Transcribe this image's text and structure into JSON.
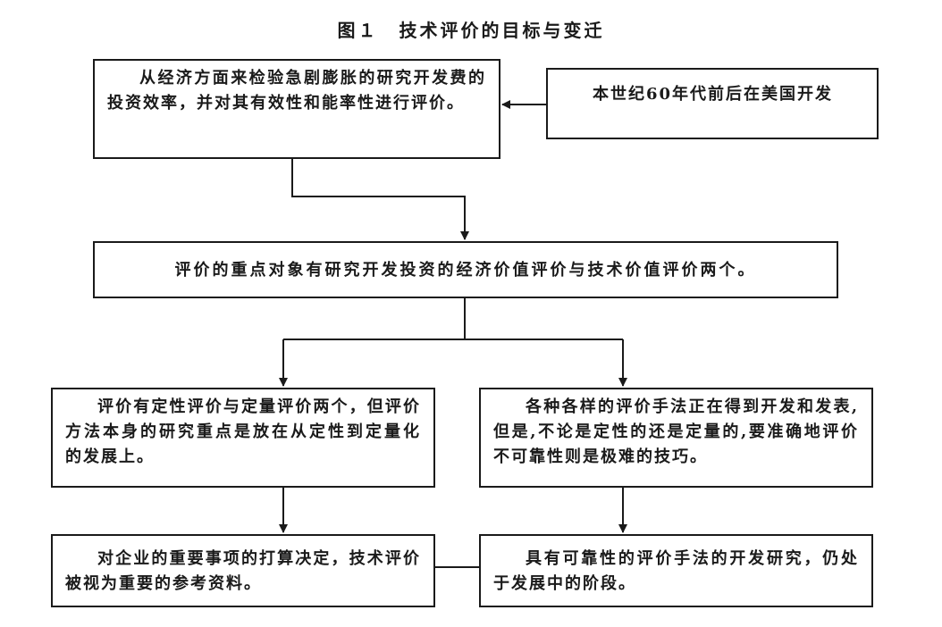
{
  "title": "图１　技术评价的目标与变迁",
  "boxes": {
    "economic_check": "从经济方面来检验急剧膨胀的研究开发费的投资效率，并对其有效性和能率性进行评价。",
    "origin": "本世纪60年代前后在美国开发",
    "focus": "评价的重点对象有研究开发投资的经济价值评价与技术价值评价两个。",
    "qual_quant": "评价有定性评价与定量评价两个，但评价方法本身的研究重点是放在从定性到定量化的发展上。",
    "methods": "各种各样的评价手法正在得到开发和发表,但是,不论是定性的还是定量的,要准确地评价不可靠性则是极难的技巧。",
    "enterprise": "对企业的重要事项的打算决定，技术评价被视为重要的参考资料。",
    "reliable": "具有可靠性的评价手法的开发研究，仍处于发展中的阶段。"
  }
}
